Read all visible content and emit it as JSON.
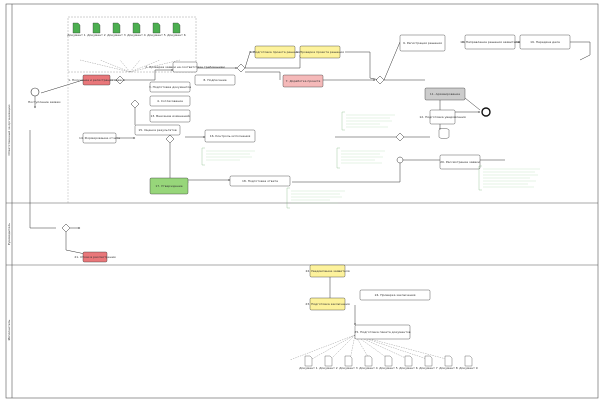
{
  "diagram": {
    "lanes": [
      {
        "label": "Ответственный за организацию"
      },
      {
        "label": "Руководитель"
      },
      {
        "label": "Исполнитель"
      }
    ],
    "events": [
      {
        "id": "start",
        "label": "Поступление заявки"
      },
      {
        "id": "end",
        "label": ""
      }
    ],
    "tasks": [
      {
        "id": "t1",
        "label": "1. Получение и регистрация заявки",
        "color": "#e9777a"
      },
      {
        "id": "t2",
        "label": "2. Проверка заявки на соответствие требованиям",
        "color": "#ffffff"
      },
      {
        "id": "t3",
        "label": "3. Подготовка документов",
        "color": "#ffffff"
      },
      {
        "id": "t4",
        "label": "4. Согласование",
        "color": "#ffffff"
      },
      {
        "id": "t5",
        "label": "5. Подготовка проекта решения",
        "color": "#fdf29c"
      },
      {
        "id": "t6",
        "label": "6. Проверка проекта решения",
        "color": "#fdf29c"
      },
      {
        "id": "t7",
        "label": "7. Доработка проекта",
        "color": "#f5b9b9"
      },
      {
        "id": "t8",
        "label": "8. Подписание",
        "color": "#ffffff"
      },
      {
        "id": "t9",
        "label": "9. Регистрация решения",
        "color": "#ffffff"
      },
      {
        "id": "t10",
        "label": "10. Направление решения заявителю",
        "color": "#ffffff"
      },
      {
        "id": "t11",
        "label": "11. Архивирование",
        "color": "#cccccc"
      },
      {
        "id": "t12",
        "label": "12. Подготовка уведомления",
        "color": "#ffffff"
      },
      {
        "id": "t13",
        "label": "13. Внесение изменений",
        "color": "#ffffff"
      },
      {
        "id": "t14",
        "label": "14. Формирование отчета",
        "color": "#ffffff"
      },
      {
        "id": "t15",
        "label": "15. Оценка результатов",
        "color": "#ffffff"
      },
      {
        "id": "t16",
        "label": "16. Контроль исполнения",
        "color": "#ffffff"
      },
      {
        "id": "t17",
        "label": "17. Утверждение",
        "color": "#97d67a"
      },
      {
        "id": "t18",
        "label": "18. Подготовка ответа",
        "color": "#ffffff"
      },
      {
        "id": "t19",
        "label": "19. Передача дела",
        "color": "#ffffff"
      },
      {
        "id": "t20",
        "label": "20. Рассмотрение заявки",
        "color": "#ffffff"
      },
      {
        "id": "t21",
        "label": "21. Отказ в рассмотрении",
        "color": "#e9777a"
      },
      {
        "id": "t22",
        "label": "22. Уведомление заявителя",
        "color": "#fdf29c"
      },
      {
        "id": "t23",
        "label": "23. Подготовка заключения",
        "color": "#fdf29c"
      },
      {
        "id": "t24",
        "label": "24. Проверка заключения",
        "color": "#ffffff"
      },
      {
        "id": "t25",
        "label": "25. Подготовка пакета документов",
        "color": "#ffffff"
      }
    ],
    "documents_top": [
      "Документ 1",
      "Документ 2",
      "Документ 3",
      "Документ 4",
      "Документ 5",
      "Документ 6"
    ],
    "documents_bottom": [
      "Документ 1",
      "Документ 2",
      "Документ 3",
      "Документ 4",
      "Документ 5",
      "Документ 6",
      "Документ 7",
      "Документ 8",
      "Документ 9"
    ],
    "colors": {
      "red": "#e9777a",
      "yellow": "#fdf29c",
      "green": "#97d67a",
      "pink": "#f5b9b9",
      "gray": "#cccccc",
      "docgreen": "#4caf50"
    }
  }
}
